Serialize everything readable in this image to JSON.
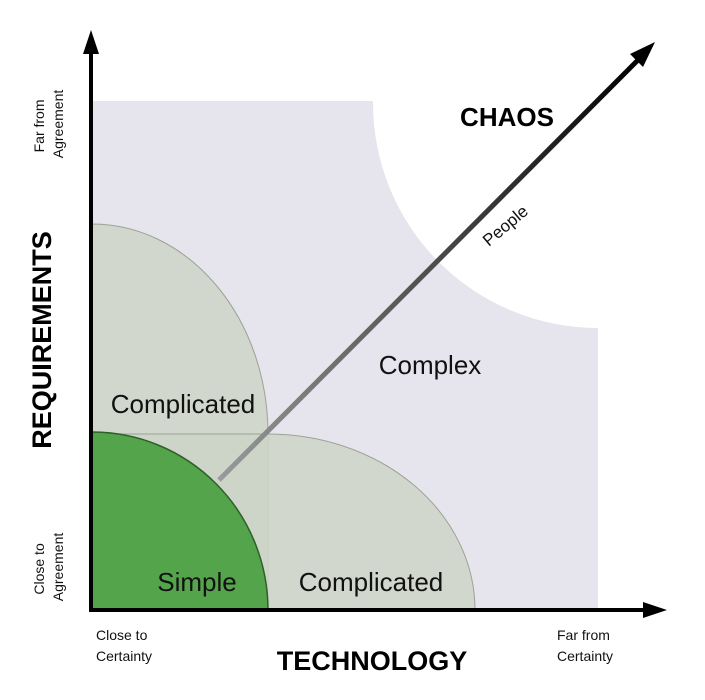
{
  "axes": {
    "x_title": "TECHNOLOGY",
    "y_title": "REQUIREMENTS",
    "x_low": [
      "Close to",
      "Certainty"
    ],
    "x_high": [
      "Far from",
      "Certainty"
    ],
    "y_low": [
      "Close to",
      "Agreement"
    ],
    "y_high": [
      "Far from",
      "Agreement"
    ]
  },
  "zones": {
    "simple": "Simple",
    "complicated_upper": "Complicated",
    "complicated_right": "Complicated",
    "complex": "Complex",
    "chaos": "CHAOS"
  },
  "third_axis_label": "People",
  "colors": {
    "complex_fill": "#e6e4ec",
    "complicated_fill": "#cdd5c8",
    "simple_fill": "#54a44c",
    "simple_text": "#ffffff",
    "axis": "#000000"
  }
}
